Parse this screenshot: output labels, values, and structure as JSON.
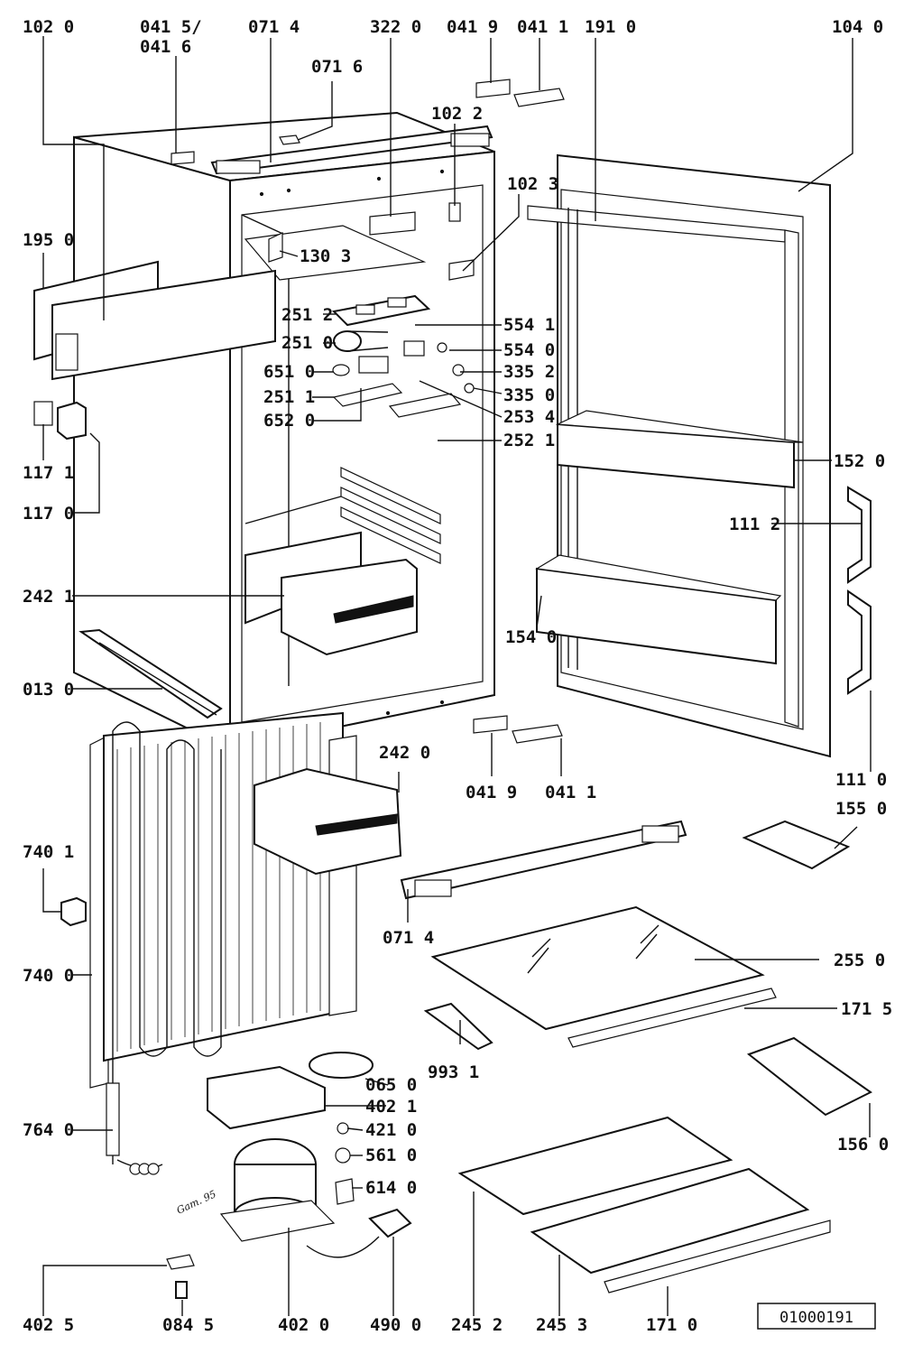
{
  "labels": {
    "l1020": "102 0",
    "l0415": "041 5/",
    "l0416": "041 6",
    "l0714a": "071 4",
    "l0716": "071 6",
    "l3220": "322 0",
    "l0419a": "041 9",
    "l0411a": "041 1",
    "l1910": "191 0",
    "l1040": "104 0",
    "l1022": "102 2",
    "l1023": "102 3",
    "l1950": "195 0",
    "l1303": "130 3",
    "l2512": "251 2",
    "l5541": "554 1",
    "l2510": "251 0",
    "l5540": "554 0",
    "l6510": "651 0",
    "l3352": "335 2",
    "l2511": "251 1",
    "l3350": "335 0",
    "l6520": "652 0",
    "l2534": "253 4",
    "l2521": "252 1",
    "l1171": "117 1",
    "l1520": "152 0",
    "l1170": "117 0",
    "l1112": "111 2",
    "l2421": "242 1",
    "l1540": "154 0",
    "l0130": "013 0",
    "l0419b": "041 9",
    "l0411b": "041 1",
    "l1110": "111 0",
    "l2420": "242 0",
    "l1550": "155 0",
    "l7401": "740 1",
    "l0714b": "071 4",
    "l7400": "740 0",
    "l2550": "255 0",
    "l1715": "171 5",
    "l9931": "993 1",
    "l0650": "065 0",
    "l4021": "402 1",
    "l7640": "764 0",
    "l4210": "421 0",
    "l5610": "561 0",
    "l1560": "156 0",
    "l6140": "614 0",
    "l4025": "402 5",
    "l0845": "084 5",
    "l4020": "402 0",
    "l4900": "490 0",
    "l2452": "245 2",
    "l2453": "245 3",
    "l1710": "171 0"
  },
  "diagram_id": "01000191",
  "signature": "Gam. 95"
}
